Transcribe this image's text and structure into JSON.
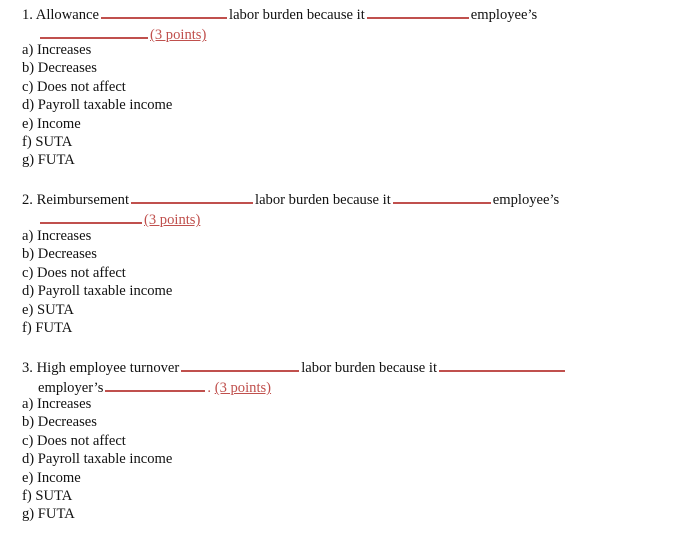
{
  "document": {
    "type": "worksheet",
    "accent_color": "#c0504d",
    "text_color": "#111111",
    "background_color": "#ffffff"
  },
  "questions": [
    {
      "number": "1.",
      "line1": {
        "seg_a": "1. Allowance",
        "seg_b": "labor burden because it",
        "seg_c": "employee’s"
      },
      "line2": {
        "points": "(3 points)"
      },
      "options": [
        "a) Increases",
        "b) Decreases",
        "c) Does not affect",
        "d) Payroll taxable income",
        "e) Income",
        "f) SUTA",
        "g) FUTA"
      ]
    },
    {
      "number": "2.",
      "line1": {
        "seg_a": "2. Reimbursement",
        "seg_b": "labor burden because it",
        "seg_c": "employee’s"
      },
      "line2": {
        "points": "(3 points)"
      },
      "options": [
        "a) Increases",
        "b) Decreases",
        "c) Does not affect",
        "d) Payroll taxable income",
        "e) SUTA",
        "f) FUTA"
      ]
    },
    {
      "number": "3.",
      "line1": {
        "seg_a": "3. High employee turnover",
        "seg_b": "labor burden because it",
        "seg_c": ""
      },
      "line2": {
        "seg_a": "employer’s",
        "period": ".",
        "points": "(3 points)"
      },
      "options": [
        "a) Increases",
        "b) Decreases",
        "c) Does not affect",
        "d) Payroll taxable income",
        "e) Income",
        "f) SUTA",
        "g) FUTA"
      ]
    }
  ]
}
